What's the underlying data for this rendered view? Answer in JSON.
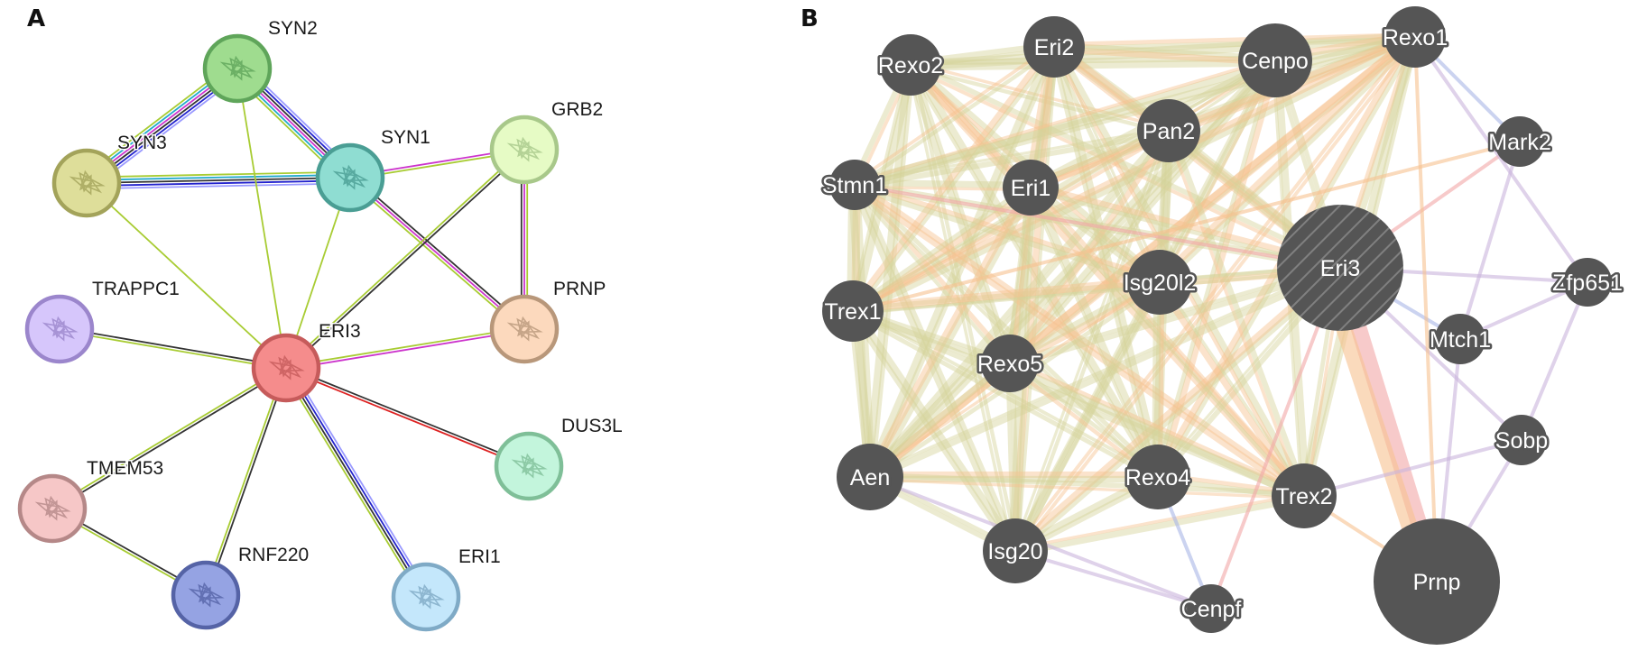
{
  "panels": {
    "a": {
      "label": "A",
      "nodes": [
        {
          "id": "SYN2",
          "label": "SYN2",
          "fill": "#9fdc8f",
          "stroke": "#5fa55a"
        },
        {
          "id": "SYN3",
          "label": "SYN3",
          "fill": "#dede9a",
          "stroke": "#a3a35a"
        },
        {
          "id": "SYN1",
          "label": "SYN1",
          "fill": "#8fddd2",
          "stroke": "#4a9e94"
        },
        {
          "id": "GRB2",
          "label": "GRB2",
          "fill": "#e6fbc5",
          "stroke": "#a8c88a"
        },
        {
          "id": "TRAPPC1",
          "label": "TRAPPC1",
          "fill": "#d6c6fb",
          "stroke": "#9b86cc"
        },
        {
          "id": "ERI3",
          "label": "ERI3",
          "fill": "#f58c8c",
          "stroke": "#c65b5b"
        },
        {
          "id": "PRNP",
          "label": "PRNP",
          "fill": "#fcd9bd",
          "stroke": "#b8977a"
        },
        {
          "id": "DUS3L",
          "label": "DUS3L",
          "fill": "#c3f5dc",
          "stroke": "#7fbf98"
        },
        {
          "id": "TMEM53",
          "label": "TMEM53",
          "fill": "#f6c7c7",
          "stroke": "#b58888"
        },
        {
          "id": "RNF220",
          "label": "RNF220",
          "fill": "#95a3e3",
          "stroke": "#5563a6"
        },
        {
          "id": "ERI1",
          "label": "ERI1",
          "fill": "#c4e7fb",
          "stroke": "#7faac6"
        }
      ],
      "edges": [
        {
          "from": "SYN2",
          "to": "SYN3",
          "colors": [
            "#9999ff",
            "#2222cc",
            "#333333",
            "#cc33cc",
            "#22aacc",
            "#a8cc33"
          ]
        },
        {
          "from": "SYN2",
          "to": "SYN1",
          "colors": [
            "#9999ff",
            "#2222cc",
            "#333333",
            "#cc33cc",
            "#22aacc",
            "#a8cc33"
          ]
        },
        {
          "from": "SYN3",
          "to": "SYN1",
          "colors": [
            "#a8cc33",
            "#22aacc",
            "#333333",
            "#2222cc",
            "#9999ff"
          ]
        },
        {
          "from": "SYN2",
          "to": "ERI3",
          "colors": [
            "#a8cc33"
          ]
        },
        {
          "from": "SYN3",
          "to": "ERI3",
          "colors": [
            "#a8cc33"
          ]
        },
        {
          "from": "SYN1",
          "to": "ERI3",
          "colors": [
            "#a8cc33"
          ]
        },
        {
          "from": "SYN1",
          "to": "GRB2",
          "colors": [
            "#cc33cc",
            "#a8cc33"
          ]
        },
        {
          "from": "SYN1",
          "to": "PRNP",
          "colors": [
            "#333333",
            "#cc33cc",
            "#a8cc33"
          ]
        },
        {
          "from": "GRB2",
          "to": "ERI3",
          "colors": [
            "#333333",
            "#a8cc33"
          ]
        },
        {
          "from": "GRB2",
          "to": "PRNP",
          "colors": [
            "#a8cc33",
            "#cc33cc",
            "#333333"
          ]
        },
        {
          "from": "TRAPPC1",
          "to": "ERI3",
          "colors": [
            "#333333",
            "#a8cc33"
          ]
        },
        {
          "from": "PRNP",
          "to": "ERI3",
          "colors": [
            "#cc33cc",
            "#a8cc33"
          ]
        },
        {
          "from": "ERI3",
          "to": "DUS3L",
          "colors": [
            "#333333",
            "#dd2222"
          ]
        },
        {
          "from": "ERI3",
          "to": "TMEM53",
          "colors": [
            "#333333",
            "#a8cc33"
          ]
        },
        {
          "from": "ERI3",
          "to": "RNF220",
          "colors": [
            "#333333",
            "#a8cc33"
          ]
        },
        {
          "from": "ERI3",
          "to": "ERI1",
          "colors": [
            "#9999ff",
            "#2222cc",
            "#333333",
            "#a8cc33"
          ]
        },
        {
          "from": "TMEM53",
          "to": "RNF220",
          "colors": [
            "#333333",
            "#a8cc33"
          ]
        }
      ]
    },
    "b": {
      "label": "B",
      "node_color": "#555555",
      "nodes": [
        {
          "id": "Rexo2",
          "label": "Rexo2"
        },
        {
          "id": "Eri2",
          "label": "Eri2"
        },
        {
          "id": "Cenpo",
          "label": "Cenpo"
        },
        {
          "id": "Rexo1",
          "label": "Rexo1"
        },
        {
          "id": "Pan2",
          "label": "Pan2"
        },
        {
          "id": "Mark2",
          "label": "Mark2"
        },
        {
          "id": "Stmn1",
          "label": "Stmn1"
        },
        {
          "id": "Eri1",
          "label": "Eri1"
        },
        {
          "id": "Eri3",
          "label": "Eri3",
          "query": true
        },
        {
          "id": "Isg20l2",
          "label": "Isg20l2"
        },
        {
          "id": "Zfp651",
          "label": "Zfp651"
        },
        {
          "id": "Trex1",
          "label": "Trex1"
        },
        {
          "id": "Mtch1",
          "label": "Mtch1"
        },
        {
          "id": "Rexo5",
          "label": "Rexo5"
        },
        {
          "id": "Sobp",
          "label": "Sobp"
        },
        {
          "id": "Aen",
          "label": "Aen"
        },
        {
          "id": "Rexo4",
          "label": "Rexo4"
        },
        {
          "id": "Trex2",
          "label": "Trex2"
        },
        {
          "id": "Isg20",
          "label": "Isg20"
        },
        {
          "id": "Cenpf",
          "label": "Cenpf"
        },
        {
          "id": "Prnp",
          "label": "Prnp"
        }
      ],
      "edge_types": {
        "shared_domains": "#d4d39a",
        "co_expression": "#f6c28f",
        "physical": "#f2a7a7",
        "colocalization": "#c9b4dc",
        "pathway": "#a9b6e6"
      },
      "dense_cluster": [
        "Rexo2",
        "Eri2",
        "Cenpo",
        "Rexo1",
        "Pan2",
        "Stmn1",
        "Eri1",
        "Eri3",
        "Isg20l2",
        "Trex1",
        "Rexo5",
        "Aen",
        "Rexo4",
        "Trex2",
        "Isg20"
      ],
      "extra_edges": [
        {
          "from": "Eri3",
          "to": "Prnp",
          "type": "physical"
        },
        {
          "from": "Eri3",
          "to": "Prnp",
          "type": "co_expression"
        },
        {
          "from": "Eri3",
          "to": "Mark2",
          "type": "physical"
        },
        {
          "from": "Rexo1",
          "to": "Mark2",
          "type": "pathway"
        },
        {
          "from": "Rexo1",
          "to": "Zfp651",
          "type": "colocalization"
        },
        {
          "from": "Eri3",
          "to": "Zfp651",
          "type": "colocalization"
        },
        {
          "from": "Eri3",
          "to": "Mtch1",
          "type": "pathway"
        },
        {
          "from": "Eri3",
          "to": "Sobp",
          "type": "colocalization"
        },
        {
          "from": "Mark2",
          "to": "Mtch1",
          "type": "colocalization"
        },
        {
          "from": "Mtch1",
          "to": "Zfp651",
          "type": "colocalization"
        },
        {
          "from": "Zfp651",
          "to": "Sobp",
          "type": "colocalization"
        },
        {
          "from": "Sobp",
          "to": "Prnp",
          "type": "colocalization"
        },
        {
          "from": "Trex2",
          "to": "Sobp",
          "type": "colocalization"
        },
        {
          "from": "Mtch1",
          "to": "Prnp",
          "type": "colocalization"
        },
        {
          "from": "Cenpf",
          "to": "Rexo4",
          "type": "pathway"
        },
        {
          "from": "Cenpf",
          "to": "Isg20",
          "type": "colocalization"
        },
        {
          "from": "Cenpf",
          "to": "Eri3",
          "type": "physical"
        },
        {
          "from": "Cenpf",
          "to": "Aen",
          "type": "colocalization"
        },
        {
          "from": "Stmn1",
          "to": "Eri3",
          "type": "physical"
        },
        {
          "from": "Trex2",
          "to": "Prnp",
          "type": "co_expression"
        },
        {
          "from": "Rexo1",
          "to": "Prnp",
          "type": "co_expression"
        },
        {
          "from": "Mark2",
          "to": "Trex1",
          "type": "co_expression"
        }
      ]
    }
  }
}
